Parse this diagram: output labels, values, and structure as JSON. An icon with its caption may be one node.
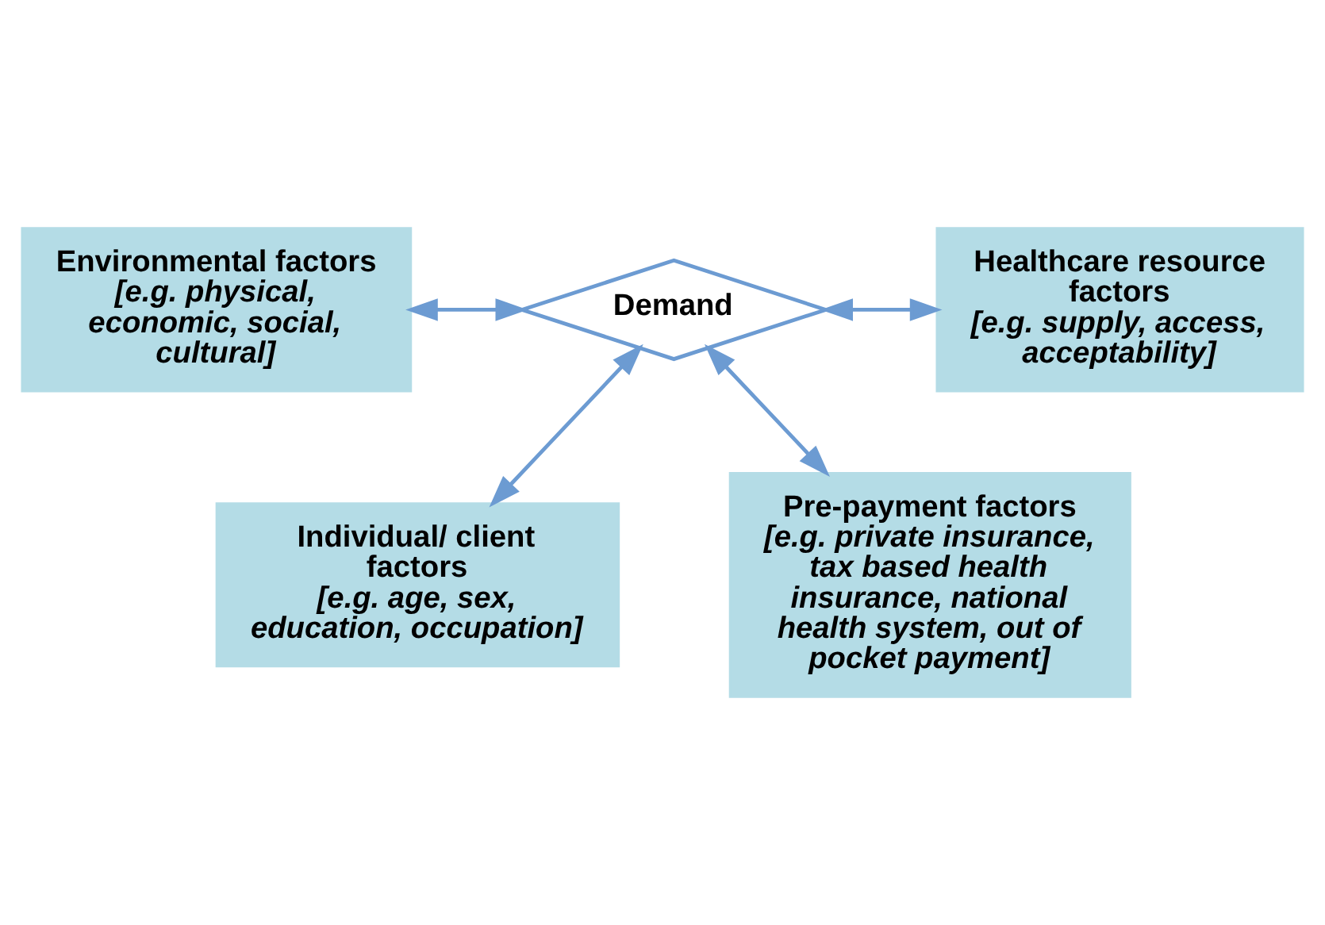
{
  "diagram": {
    "nodes": [
      {
        "text": [
          "Individual/ client factors",
          "[e.g. age, sex, education, occupation]"
        ]
      },
      {
        "text": [
          "Environmental factors",
          "[e.g. physical, economic, social, cultural]"
        ]
      },
      {
        "text": [
          "Demand"
        ]
      },
      {
        "text": [
          "Healthcare resource factors",
          "[e.g. supply, access, acceptability]"
        ]
      },
      {
        "text": [
          "Pre-payment factors",
          "[e.g. private insurance, tax based health insurance, national health system, out of pocket payment]"
        ]
      }
    ],
    "edges": [
      {
        "from": 2,
        "to": 0,
        "arrow": "both"
      },
      {
        "from": 1,
        "to": 2,
        "arrow": "both"
      },
      {
        "from": 2,
        "to": 3,
        "arrow": "both"
      },
      {
        "from": 2,
        "to": 4,
        "arrow": "both"
      }
    ]
  }
}
